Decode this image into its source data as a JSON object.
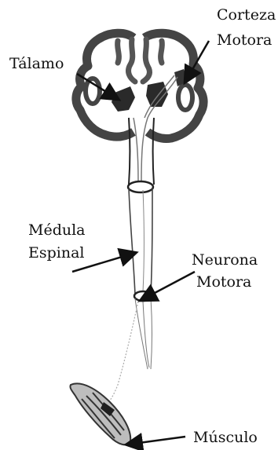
{
  "labels": {
    "cortex_line1": "Corteza",
    "cortex_line2": "Motora",
    "thalamus": "Tálamo",
    "cord_line1": "Médula",
    "cord_line2": "Espinal",
    "neuron_line1": "Neurona",
    "neuron_line2": "Motora",
    "muscle": "Músculo"
  },
  "colors": {
    "ink": "#111111",
    "cortex_fill": "#8a8a8a",
    "dark_mass": "#2a2a2a",
    "background": "#ffffff"
  }
}
